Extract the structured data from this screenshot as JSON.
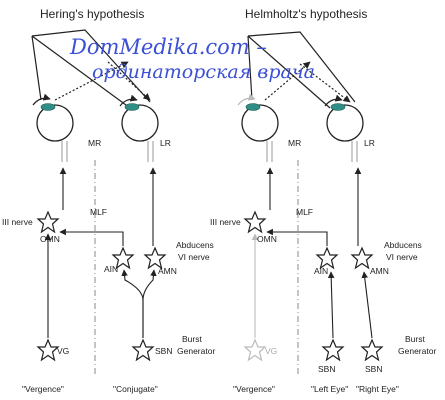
{
  "left_panel": {
    "title": "Hering's hypothesis",
    "muscles": {
      "mr": "MR",
      "lr": "LR"
    },
    "nerves": {
      "iii": "III nerve",
      "abducens_1": "Abducens",
      "abducens_2": "VI nerve",
      "mlf": "MLF"
    },
    "neurons": {
      "omn": "OMN",
      "ain": "AIN",
      "amn": "AMN",
      "vg": "VG",
      "sbn": "SBN"
    },
    "burst": {
      "line1": "Burst",
      "line2": "Generator"
    },
    "captions": {
      "vergence": "\"Vergence\"",
      "conjugate": "\"Conjugate\""
    }
  },
  "right_panel": {
    "title": "Helmholtz's hypothesis",
    "muscles": {
      "mr": "MR",
      "lr": "LR"
    },
    "nerves": {
      "iii": "III nerve",
      "abducens_1": "Abducens",
      "abducens_2": "VI nerve",
      "mlf": "MLF"
    },
    "neurons": {
      "omn": "OMN",
      "ain": "AIN",
      "amn": "AMN",
      "vg": "VG",
      "sbn_left": "SBN",
      "sbn_right": "SBN"
    },
    "burst": {
      "line1": "Burst",
      "line2": "Generator"
    },
    "captions": {
      "vergence": "\"Vergence\"",
      "left_eye": "\"Left Eye\"",
      "right_eye": "\"Right Eye\""
    }
  },
  "watermark": {
    "line1": "DomMedika.com  –",
    "line2": "ординаторская врача"
  },
  "colors": {
    "ink": "#222222",
    "faded": "#bbbbbb",
    "iris": "#2f8f86",
    "watermark": "#3b50d6"
  }
}
